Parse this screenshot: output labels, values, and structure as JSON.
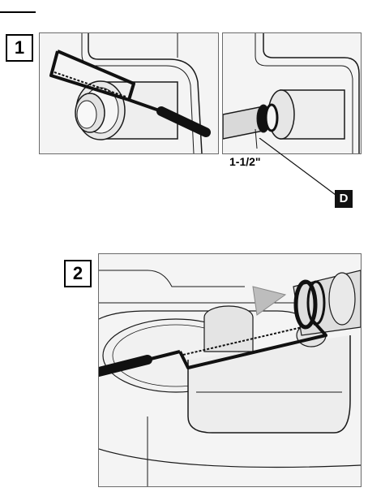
{
  "steps": {
    "step1": "1",
    "step2": "2"
  },
  "callouts": {
    "dimension": "1-1/2\"",
    "part_letter": "D"
  },
  "icons": [
    "hacksaw-icon",
    "pipe-icon",
    "pump-housing-icon",
    "clamp-icon"
  ],
  "colors": {
    "line": "#1a1a1a",
    "fill_light": "#eeeeee",
    "fill_mid": "#d9d9d9",
    "badge_bg": "#111111"
  }
}
